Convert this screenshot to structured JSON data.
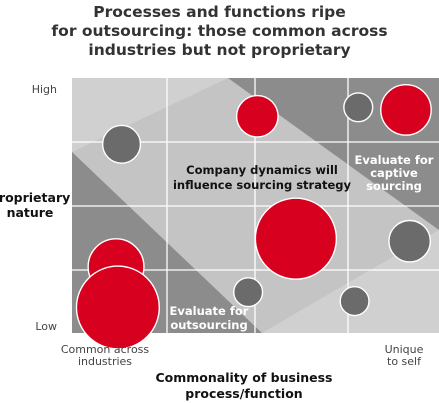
{
  "chart_data": {
    "type": "scatter",
    "subtype": "bubble matrix",
    "title_lines": [
      "Processes and functions ripe",
      "for outsourcing: those common across",
      "industries but not proprietary"
    ],
    "y_axis": {
      "label_lines": [
        "Proprietary",
        "nature"
      ],
      "high": "High",
      "low": "Low"
    },
    "x_axis": {
      "label_lines": [
        "Commonality of business",
        "process/function"
      ],
      "left_lines": [
        "Common across",
        "industries"
      ],
      "right_lines": [
        "Unique",
        "to self"
      ]
    },
    "zones": [
      {
        "id": "outsourcing",
        "label_lines": [
          "Evaluate for",
          "outsourcing"
        ],
        "fill": "#8c8c8c",
        "text_color": "#ffffff"
      },
      {
        "id": "middle",
        "label_lines": [
          "Company dynamics will",
          "influence sourcing strategy"
        ],
        "fill": "#c4c4c4",
        "text_color": "#111111"
      },
      {
        "id": "captive",
        "label_lines": [
          "Evaluate for",
          "captive",
          "sourcing"
        ],
        "fill": "#8c8c8c",
        "text_color": "#ffffff"
      }
    ],
    "colors": {
      "red": "#d8001f",
      "gray": "#6b6b6b",
      "grid": "#ffffff",
      "panel": "#e6e6e6"
    },
    "x_range": [
      0,
      10
    ],
    "y_range": [
      0,
      10
    ],
    "points": [
      {
        "x": 1.35,
        "y": 7.4,
        "size": 2.1,
        "color": "gray"
      },
      {
        "x": 5.05,
        "y": 8.5,
        "size": 2.3,
        "color": "red"
      },
      {
        "x": 9.1,
        "y": 8.75,
        "size": 2.8,
        "color": "red"
      },
      {
        "x": 7.8,
        "y": 8.85,
        "size": 1.6,
        "color": "gray"
      },
      {
        "x": 6.1,
        "y": 3.7,
        "size": 4.5,
        "color": "red"
      },
      {
        "x": 9.2,
        "y": 3.6,
        "size": 2.3,
        "color": "gray"
      },
      {
        "x": 1.2,
        "y": 2.6,
        "size": 3.1,
        "color": "red"
      },
      {
        "x": 1.25,
        "y": 1.0,
        "size": 4.6,
        "color": "red"
      },
      {
        "x": 4.8,
        "y": 1.6,
        "size": 1.6,
        "color": "gray"
      },
      {
        "x": 7.7,
        "y": 1.25,
        "size": 1.6,
        "color": "gray"
      }
    ]
  }
}
